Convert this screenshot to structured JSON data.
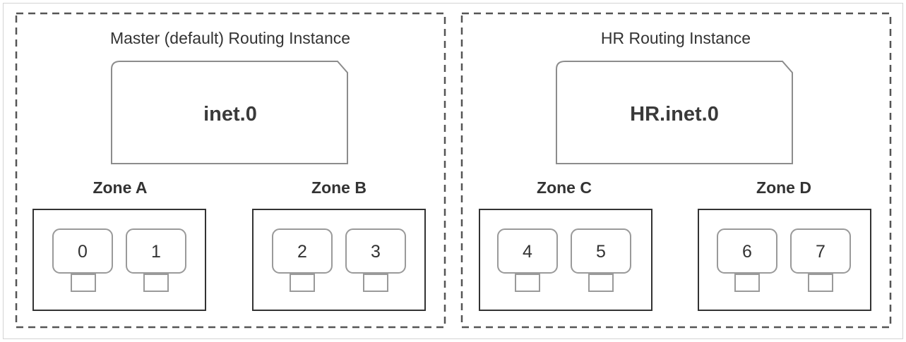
{
  "routing_instances": [
    {
      "title": "Master (default) Routing Instance",
      "table": "inet.0",
      "zones": [
        {
          "label": "Zone A",
          "ports": [
            "0",
            "1"
          ]
        },
        {
          "label": "Zone B",
          "ports": [
            "2",
            "3"
          ]
        }
      ]
    },
    {
      "title": "HR Routing Instance",
      "table": "HR.inet.0",
      "zones": [
        {
          "label": "Zone C",
          "ports": [
            "4",
            "5"
          ]
        },
        {
          "label": "Zone D",
          "ports": [
            "6",
            "7"
          ]
        }
      ]
    }
  ],
  "colors": {
    "instance_border": "#555555",
    "table_border": "#8c8c8c",
    "zone_border": "#333333",
    "port_border": "#9a9a9a",
    "text": "#333333"
  }
}
